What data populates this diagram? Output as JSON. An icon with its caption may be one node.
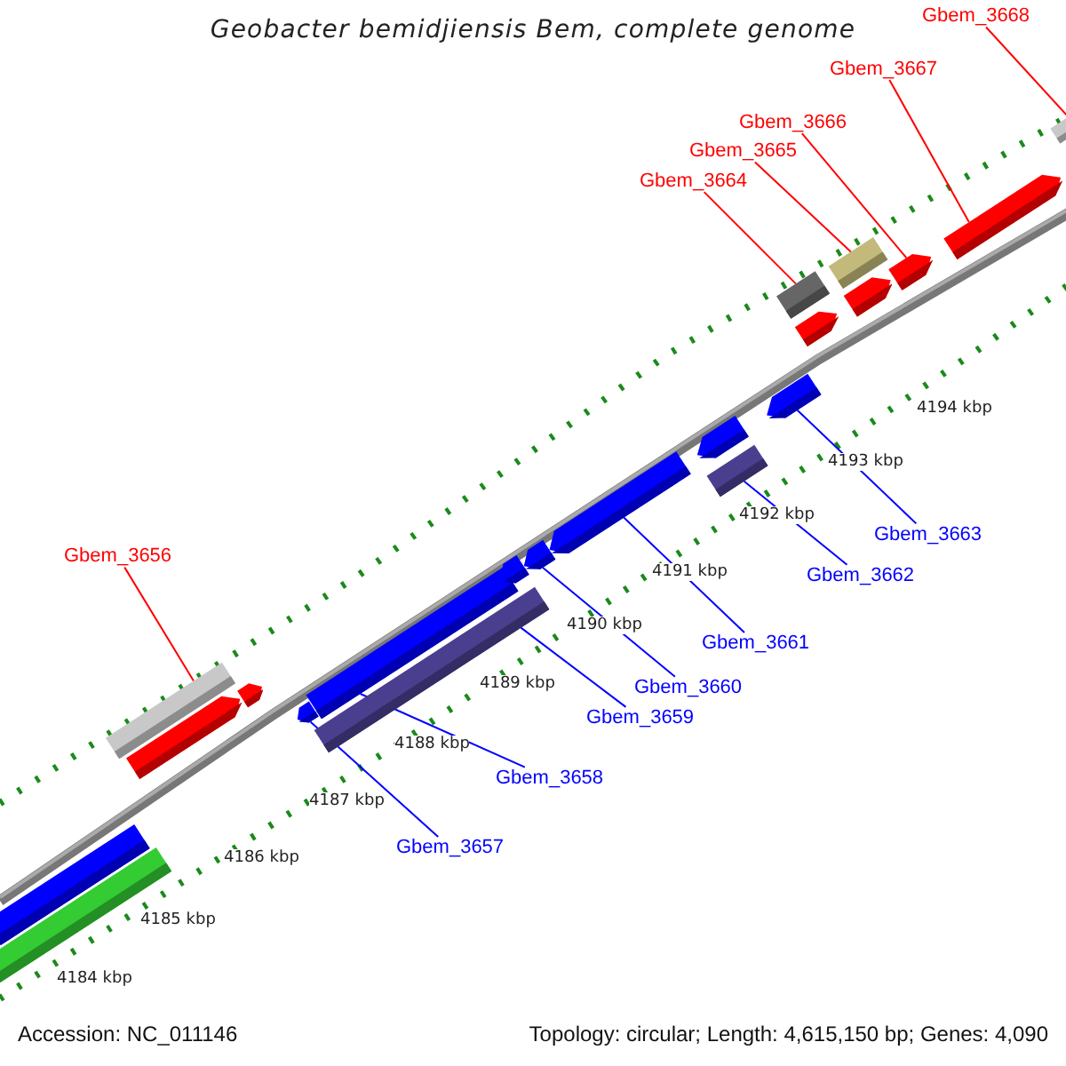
{
  "diagram": {
    "title": "Geobacter bemidjiensis Bem, complete genome",
    "nodes": [
      {
        "text": [
          "Gbem_3668"
        ]
      },
      {
        "text": [
          "Gbem_3667"
        ]
      },
      {
        "text": [
          "Gbem_3666"
        ]
      },
      {
        "text": [
          "Gbem_3665"
        ]
      },
      {
        "text": [
          "Gbem_3664"
        ]
      },
      {
        "text": [
          "Gbem_3656"
        ]
      },
      {
        "text": [
          "Gbem_3663"
        ]
      },
      {
        "text": [
          "Gbem_3662"
        ]
      },
      {
        "text": [
          "Gbem_3661"
        ]
      },
      {
        "text": [
          "Gbem_3660"
        ]
      },
      {
        "text": [
          "Gbem_3659"
        ]
      },
      {
        "text": [
          "Gbem_3658"
        ]
      },
      {
        "text": [
          "Gbem_3657"
        ]
      },
      {
        "text": [],
        "shape": "bar"
      },
      {
        "text": [],
        "shape": "bar"
      },
      {
        "text": [],
        "shape": "bar"
      },
      {
        "text": [],
        "shape": "bar"
      },
      {
        "text": [],
        "shape": "bar"
      },
      {
        "text": [],
        "shape": "bar"
      },
      {
        "text": [],
        "shape": "bar"
      },
      {
        "text": [],
        "shape": "bar"
      },
      {
        "text": [],
        "shape": "bar"
      },
      {
        "text": [],
        "shape": "bar"
      },
      {
        "text": [],
        "shape": "bar"
      },
      {
        "text": [],
        "shape": "bar"
      },
      {
        "text": [],
        "shape": "bar"
      },
      {
        "text": [],
        "shape": "bar"
      },
      {
        "text": [],
        "shape": "bar"
      },
      {
        "text": [],
        "shape": "bar"
      },
      {
        "text": [],
        "shape": "bar"
      },
      {
        "text": [],
        "shape": "bar"
      },
      {
        "text": [],
        "shape": "bar"
      },
      {
        "text": [],
        "shape": "bar"
      },
      {
        "text": [],
        "shape": "bar"
      }
    ],
    "edges": [
      {
        "from": 5,
        "to": 13,
        "arrow": "none",
        "color": "#ff0000"
      },
      {
        "from": 4,
        "to": 16,
        "arrow": "none",
        "color": "#ff0000"
      },
      {
        "from": 3,
        "to": 18,
        "arrow": "none",
        "color": "#ff0000"
      },
      {
        "from": 2,
        "to": 20,
        "arrow": "none",
        "color": "#ff0000"
      },
      {
        "from": 1,
        "to": 21,
        "arrow": "none",
        "color": "#ff0000"
      },
      {
        "from": 0,
        "to": 22,
        "arrow": "none",
        "color": "#ff0000"
      },
      {
        "from": 6,
        "to": 33,
        "arrow": "none"
      },
      {
        "from": 7,
        "to": 31,
        "arrow": "none"
      },
      {
        "from": 8,
        "to": 30,
        "arrow": "none"
      },
      {
        "from": 9,
        "to": 29,
        "arrow": "none"
      },
      {
        "from": 10,
        "to": 27,
        "arrow": "none"
      },
      {
        "from": 11,
        "to": 26,
        "arrow": "none"
      },
      {
        "from": 12,
        "to": 25,
        "arrow": "none"
      }
    ],
    "labels": [
      "4194 kbp",
      "4193 kbp",
      "4192 kbp",
      "4191 kbp",
      "4190 kbp",
      "4189 kbp",
      "4188 kbp",
      "4187 kbp",
      "4186 kbp",
      "4185 kbp",
      "4184 kbp",
      "Accession: NC_011146",
      "Topology: circular; Length: 4,615,150 bp; Genes: 4,090"
    ]
  }
}
